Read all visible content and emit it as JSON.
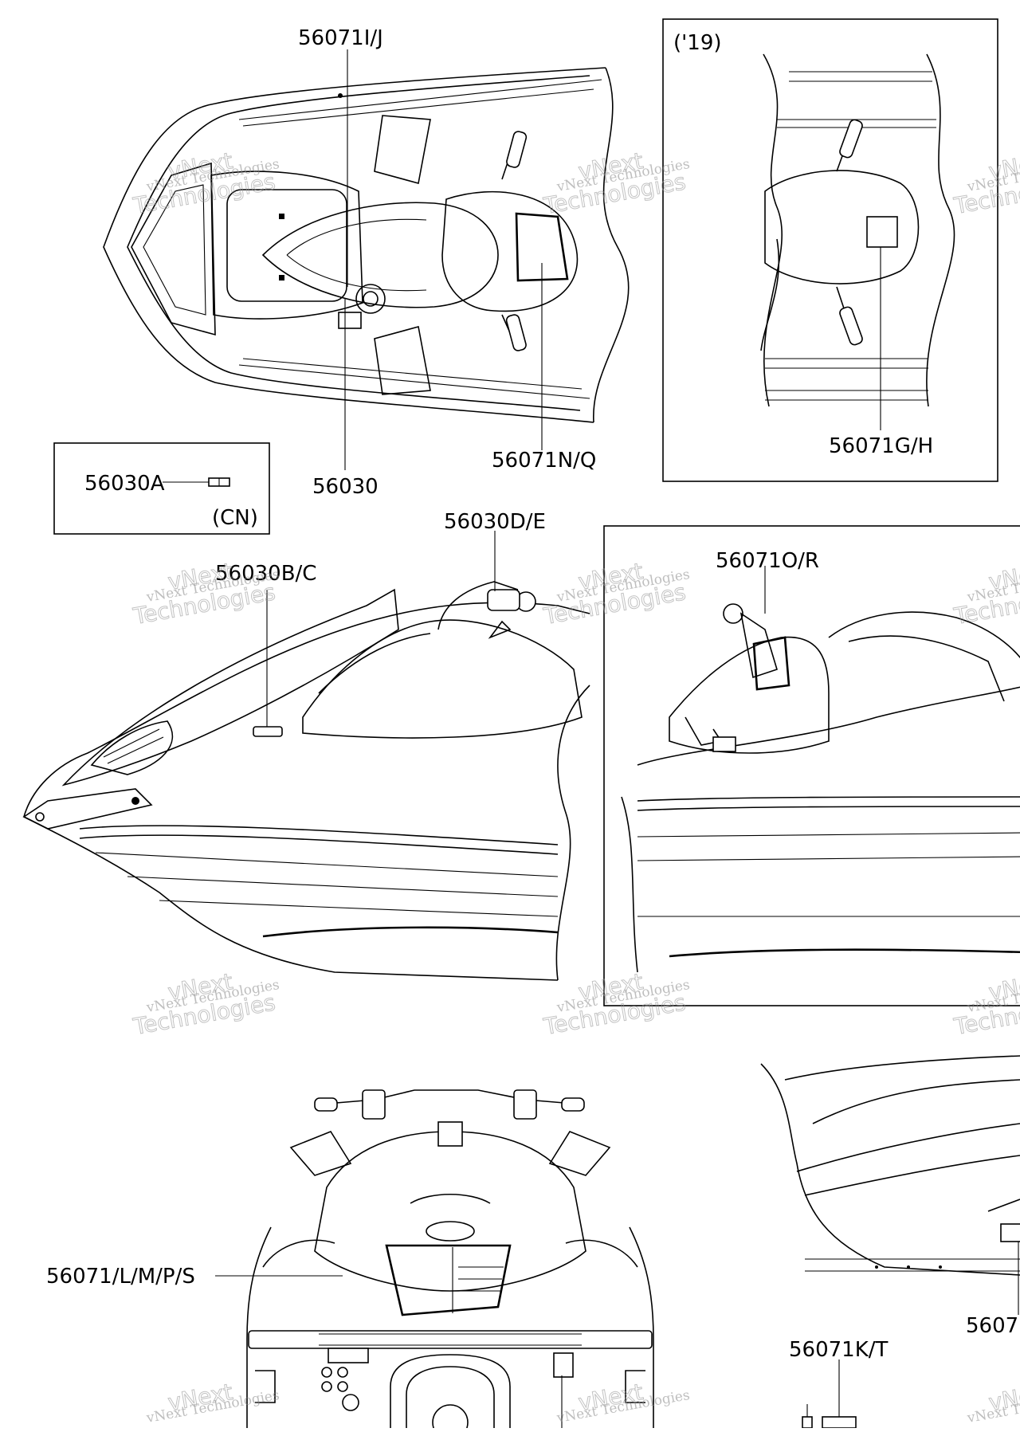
{
  "callouts": {
    "top_seat_decal": "56071I/J",
    "top_center": "56030",
    "top_console": "56071N/Q",
    "inset_19_tag": "('19)",
    "inset_19_part": "56071G/H",
    "cn_part": "56030A",
    "cn_tag": "(CN)",
    "side_steering": "56030D/E",
    "side_hood": "56030B/C",
    "side_console": "56071O/R",
    "rear_main": "56071/L/M/P/S",
    "rear_right_cut": "5607",
    "rear_small": "56071K/T"
  },
  "watermark": {
    "line1": "vNext Technologies",
    "line2": "vNext",
    "line3": "Technologies"
  }
}
